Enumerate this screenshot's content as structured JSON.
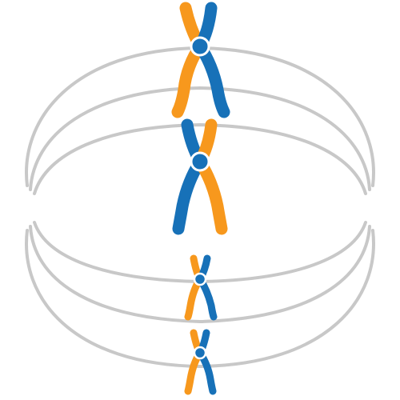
{
  "figure": {
    "description_free": true
  },
  "colors": {
    "background": "#ffffff",
    "spindle": "#c8c8c8",
    "chromatid_orange": "#f7981d",
    "chromatid_blue": "#1771b8",
    "centromere_fill": "#1771b8",
    "centromere_ring": "#ffffff"
  },
  "spindles": [
    {
      "id": "upper"
    },
    {
      "id": "lower"
    }
  ],
  "chromosomes": [
    {
      "id": "chromosome-1",
      "group": "upper",
      "top_arm_left": "orange",
      "top_arm_right": "blue"
    },
    {
      "id": "chromosome-2",
      "group": "upper",
      "top_arm_left": "blue",
      "top_arm_right": "orange"
    },
    {
      "id": "chromosome-3",
      "group": "lower",
      "top_arm_left": "orange",
      "top_arm_right": "blue"
    },
    {
      "id": "chromosome-4",
      "group": "lower",
      "top_arm_left": "orange",
      "top_arm_right": "blue"
    }
  ]
}
